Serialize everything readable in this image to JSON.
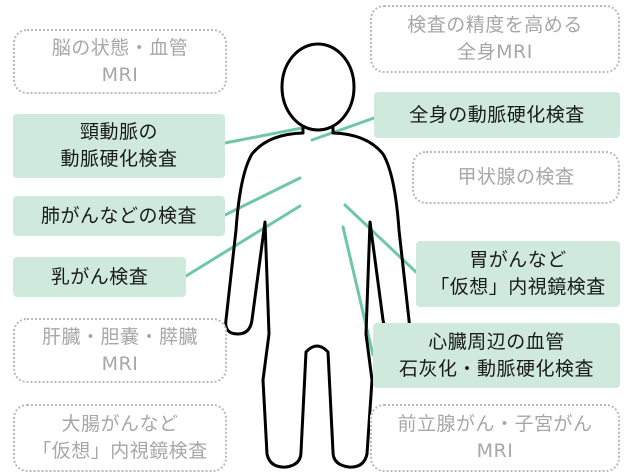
{
  "boxes": {
    "brain": {
      "lines": [
        "脳の状態・血管",
        "MRI"
      ]
    },
    "wholebody": {
      "lines": [
        "検査の精度を高める",
        "全身MRI"
      ]
    },
    "carotid": {
      "lines": [
        "頸動脈の",
        "動脈硬化検査"
      ]
    },
    "arterial": {
      "lines": [
        "全身の動脈硬化検査"
      ]
    },
    "thyroid": {
      "lines": [
        "甲状腺の検査"
      ]
    },
    "lung": {
      "lines": [
        "肺がんなどの検査"
      ]
    },
    "breast": {
      "lines": [
        "乳がん検査"
      ]
    },
    "stomach": {
      "lines": [
        "胃がんなど",
        "「仮想」内視鏡検査"
      ]
    },
    "liver": {
      "lines": [
        "肝臓・胆嚢・膵臓",
        "MRI"
      ]
    },
    "heart": {
      "lines": [
        "心臓周辺の血管",
        "石灰化・動脈硬化検査"
      ]
    },
    "colon": {
      "lines": [
        "大腸がんなど",
        "「仮想」内視鏡検査"
      ]
    },
    "prostate": {
      "lines": [
        "前立腺がん・子宮がん",
        "MRI"
      ]
    }
  },
  "colors": {
    "highlight_fill": "#cfeadd",
    "connector": "#6fc8a4",
    "dotted_border": "#b9b9b9",
    "dotted_text": "#a7a7a7",
    "figure_stroke": "#000000"
  }
}
